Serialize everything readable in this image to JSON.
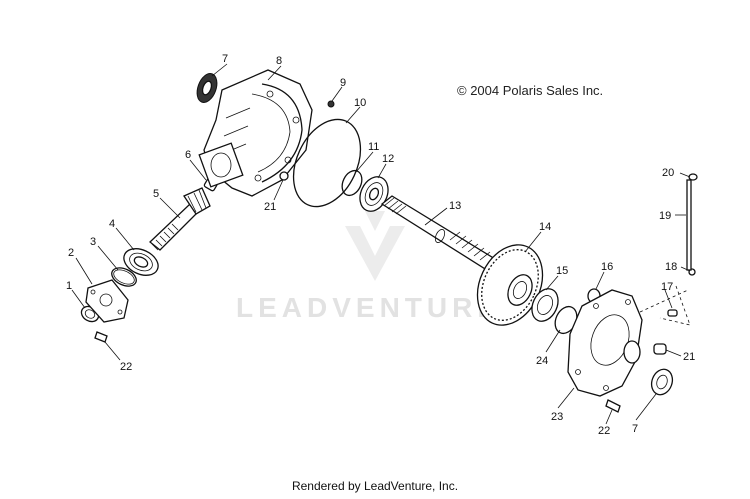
{
  "copyright": "© 2004 Polaris Sales Inc.",
  "footer": "Rendered by LeadVenture, Inc.",
  "watermark": "LEADVENTURE",
  "callouts": {
    "c1": "1",
    "c2": "2",
    "c3": "3",
    "c4": "4",
    "c5": "5",
    "c6": "6",
    "c7a": "7",
    "c8": "8",
    "c9": "9",
    "c10": "10",
    "c11": "11",
    "c12": "12",
    "c13": "13",
    "c14": "14",
    "c15": "15",
    "c16": "16",
    "c17": "17",
    "c18": "18",
    "c19": "19",
    "c20": "20",
    "c21a": "21",
    "c21b": "21",
    "c22a": "22",
    "c22b": "22",
    "c23": "23",
    "c24": "24",
    "c7b": "7"
  }
}
